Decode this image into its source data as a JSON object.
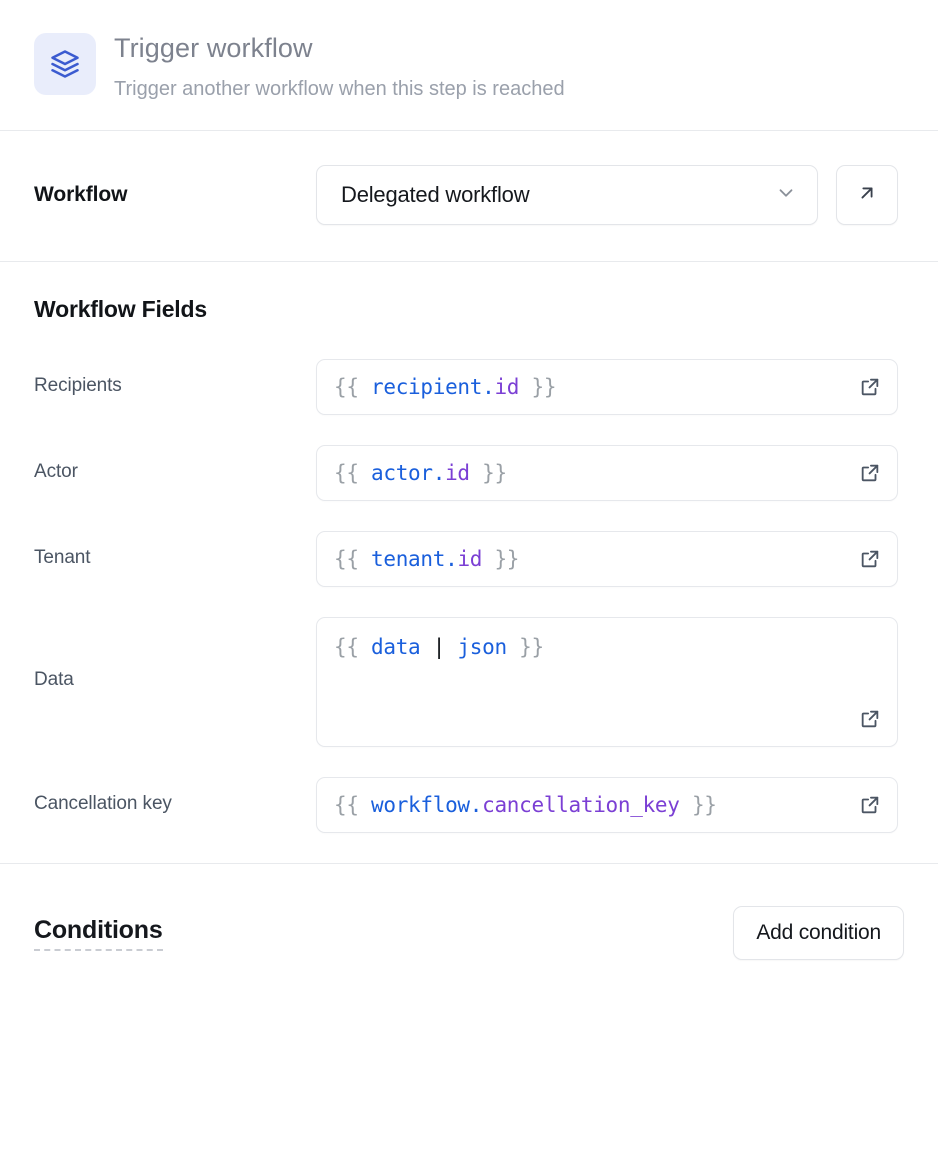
{
  "header": {
    "icon": "layers-icon",
    "title": "Trigger workflow",
    "subtitle": "Trigger another workflow when this step is reached",
    "icon_bg_color": "#e9edfb",
    "icon_color": "#3b5bd0"
  },
  "workflow": {
    "label": "Workflow",
    "selected": "Delegated workflow",
    "dropdown_icon": "chevron-down-icon",
    "open_icon": "arrow-up-right-icon"
  },
  "fields_section": {
    "heading": "Workflow Fields",
    "expand_icon": "external-link-icon",
    "fields": [
      {
        "label": "Recipients",
        "value": "{{ recipient.id }}",
        "tokens": [
          {
            "t": "{{ ",
            "k": "brace"
          },
          {
            "t": "recipient",
            "k": "ident"
          },
          {
            "t": ".",
            "k": "dot"
          },
          {
            "t": "id",
            "k": "prop"
          },
          {
            "t": " }}",
            "k": "brace"
          }
        ],
        "multiline": false
      },
      {
        "label": "Actor",
        "value": "{{ actor.id }}",
        "tokens": [
          {
            "t": "{{ ",
            "k": "brace"
          },
          {
            "t": "actor",
            "k": "ident"
          },
          {
            "t": ".",
            "k": "dot"
          },
          {
            "t": "id",
            "k": "prop"
          },
          {
            "t": " }}",
            "k": "brace"
          }
        ],
        "multiline": false
      },
      {
        "label": "Tenant",
        "value": "{{ tenant.id }}",
        "tokens": [
          {
            "t": "{{ ",
            "k": "brace"
          },
          {
            "t": "tenant",
            "k": "ident"
          },
          {
            "t": ".",
            "k": "dot"
          },
          {
            "t": "id",
            "k": "prop"
          },
          {
            "t": " }}",
            "k": "brace"
          }
        ],
        "multiline": false
      },
      {
        "label": "Data",
        "value": "{{ data | json }}",
        "tokens": [
          {
            "t": "{{ ",
            "k": "brace"
          },
          {
            "t": "data",
            "k": "ident"
          },
          {
            "t": " ",
            "k": "brace"
          },
          {
            "t": "|",
            "k": "pipe"
          },
          {
            "t": " ",
            "k": "brace"
          },
          {
            "t": "json",
            "k": "ident"
          },
          {
            "t": " }}",
            "k": "brace"
          }
        ],
        "multiline": true
      },
      {
        "label": "Cancellation key",
        "value": "{{ workflow.cancellation_key }}",
        "tokens": [
          {
            "t": "{{ ",
            "k": "brace"
          },
          {
            "t": "workflow",
            "k": "ident"
          },
          {
            "t": ".",
            "k": "dot"
          },
          {
            "t": "cancellation_key",
            "k": "prop"
          },
          {
            "t": " }}",
            "k": "brace"
          }
        ],
        "multiline": false
      }
    ]
  },
  "conditions": {
    "title": "Conditions",
    "add_button": "Add condition"
  },
  "colors": {
    "accent_blue": "#3b5bd0",
    "code_identifier": "#1a5fdc",
    "code_property": "#7b3fd4",
    "code_brace": "#9aa0a6",
    "border": "#e3e5e9",
    "text_dark": "#15181d",
    "text_muted": "#7d828e"
  }
}
